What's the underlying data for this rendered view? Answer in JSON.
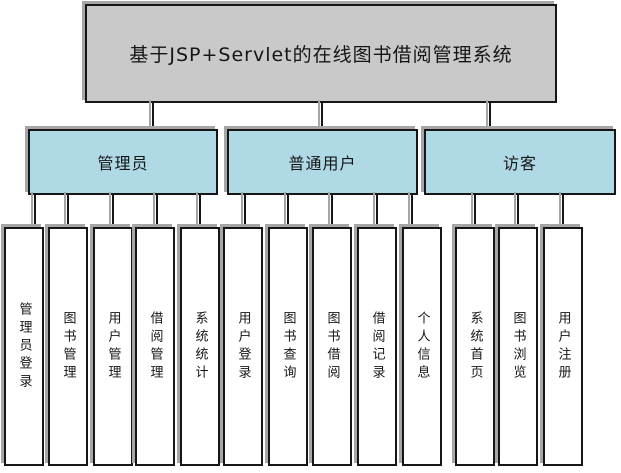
{
  "diagram": {
    "title": "基于JSP+Servlet的在线图书借阅管理系统",
    "roles": [
      {
        "label": "管理员",
        "children": [
          "管理员登录",
          "图书管理",
          "用户管理",
          "借阅管理",
          "系统统计"
        ]
      },
      {
        "label": "普通用户",
        "children": [
          "用户登录",
          "图书查询",
          "图书借阅",
          "借阅记录",
          "个人信息"
        ]
      },
      {
        "label": "访客",
        "children": [
          "系统首页",
          "图书浏览",
          "用户注册"
        ]
      }
    ],
    "colors": {
      "root_fill": "#c9c9c9",
      "role_fill": "#aed9e5",
      "leaf_fill": "#ffffff",
      "border": "#161616",
      "shadow": "#a6a6a6",
      "background": "#ffffff"
    }
  }
}
